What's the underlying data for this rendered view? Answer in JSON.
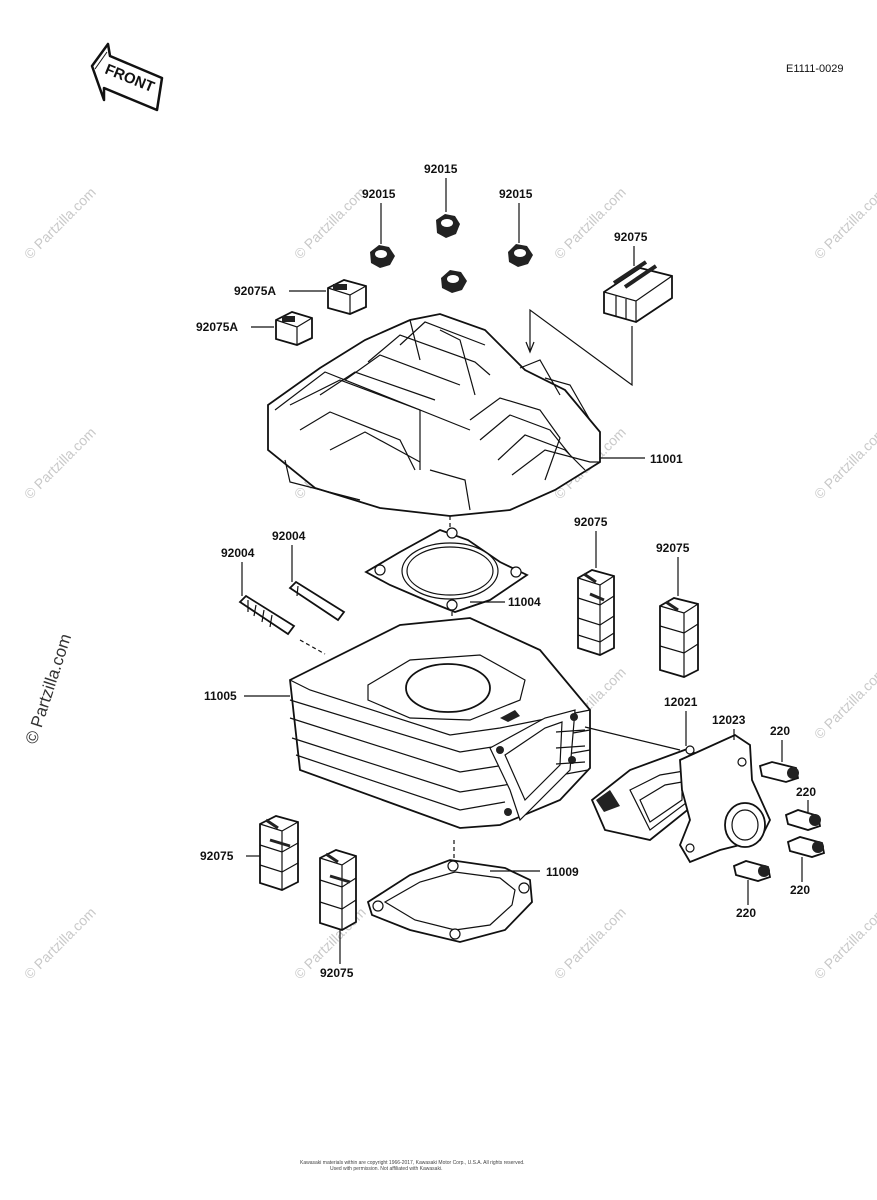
{
  "diagram": {
    "code": "E1111-0029",
    "front_label": "FRONT",
    "watermark": "© Partzilla.com",
    "side_watermark": "© Partzilla.com",
    "footer_line1": "Kawasaki materials within are copyright 1966-2017, Kawasaki Motor Corp., U.S.A. All rights reserved.",
    "footer_line2": "Used with permission. Not affiliated with Kawasaki.",
    "labels": {
      "nut_top": "92015",
      "nut_left": "92015",
      "nut_right": "92015",
      "damper_head_right": "92075",
      "damper_a_upper": "92075A",
      "damper_a_lower": "92075A",
      "cylinder_head": "11001",
      "stud_left": "92004",
      "stud_right": "92004",
      "damper_mid_left": "92075",
      "damper_mid_right": "92075",
      "head_gasket": "11004",
      "cylinder": "11005",
      "reed_valve": "12021",
      "intake_pipe": "12023",
      "bolt_1": "220",
      "bolt_2": "220",
      "bolt_3": "220",
      "bolt_4": "220",
      "damper_low_left": "92075",
      "damper_low_right": "92075",
      "base_gasket": "11009"
    }
  }
}
